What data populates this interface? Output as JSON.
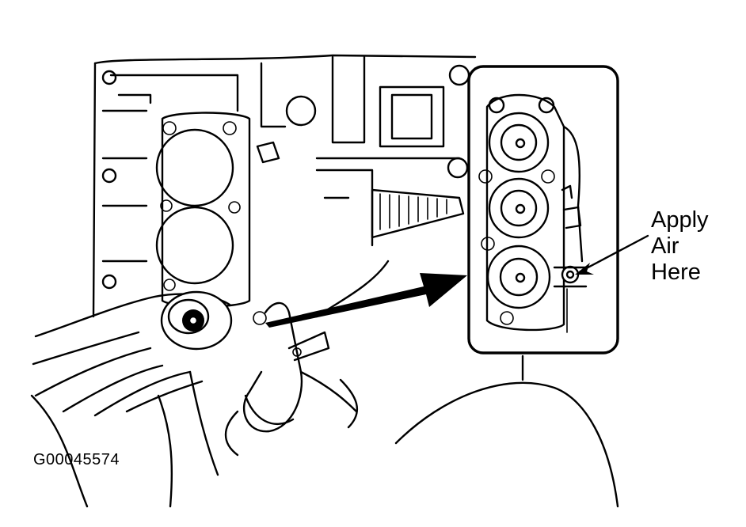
{
  "callout": {
    "line1": "Apply",
    "line2": "Air",
    "line3": "Here"
  },
  "figure_id": "G00045574",
  "icons": [
    "transmission-body-illustration",
    "accumulator-piston-detail",
    "air-nozzle-icon",
    "pointer-arrow-icon"
  ]
}
